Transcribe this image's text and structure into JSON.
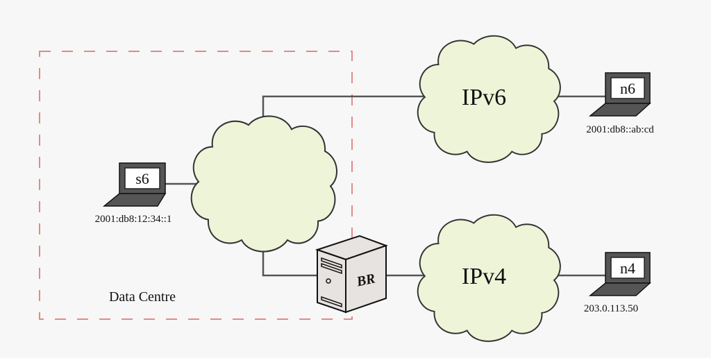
{
  "diagram": {
    "type": "network-topology",
    "colors": {
      "background": "#f7f7f7",
      "cloud_fill": "#eef4d8",
      "cloud_stroke": "#333333",
      "link": "#555555",
      "zone_border": "#e08a8a",
      "server_fill": "#e6e3e1",
      "laptop_body": "#555555"
    },
    "zone": {
      "label": "Data Centre"
    },
    "clouds": [
      {
        "id": "dc-cloud",
        "label": ""
      },
      {
        "id": "ipv6-cloud",
        "label": "IPv6"
      },
      {
        "id": "ipv4-cloud",
        "label": "IPv4"
      }
    ],
    "hosts": [
      {
        "id": "s6",
        "label": "s6",
        "address": "2001:db8:12:34::1"
      },
      {
        "id": "n6",
        "label": "n6",
        "address": "2001:db8::ab:cd"
      },
      {
        "id": "n4",
        "label": "n4",
        "address": "203.0.113.50"
      }
    ],
    "router": {
      "id": "br",
      "label": "BR"
    },
    "links": [
      {
        "from": "s6",
        "to": "dc-cloud"
      },
      {
        "from": "dc-cloud",
        "to": "ipv6-cloud"
      },
      {
        "from": "dc-cloud",
        "to": "br"
      },
      {
        "from": "br",
        "to": "ipv4-cloud"
      },
      {
        "from": "ipv6-cloud",
        "to": "n6"
      },
      {
        "from": "ipv4-cloud",
        "to": "n4"
      }
    ]
  }
}
